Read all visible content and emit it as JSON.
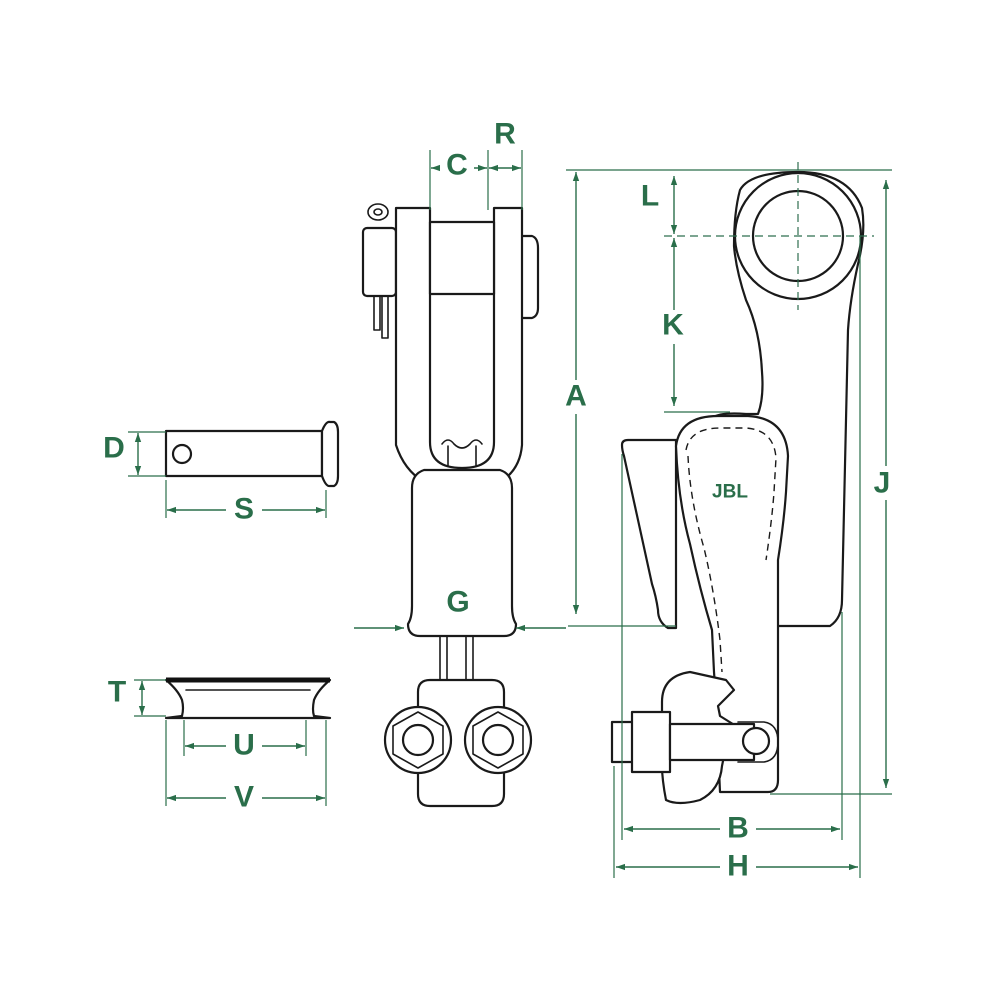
{
  "brand": "JBL",
  "colors": {
    "dimension": "#2a6e4a",
    "outline": "#1a1a1a",
    "background": "#ffffff"
  },
  "dimensions": {
    "A": "A",
    "B": "B",
    "C": "C",
    "D": "D",
    "G": "G",
    "H": "H",
    "J": "J",
    "K": "K",
    "L": "L",
    "R": "R",
    "S": "S",
    "T": "T",
    "U": "U",
    "V": "V"
  }
}
